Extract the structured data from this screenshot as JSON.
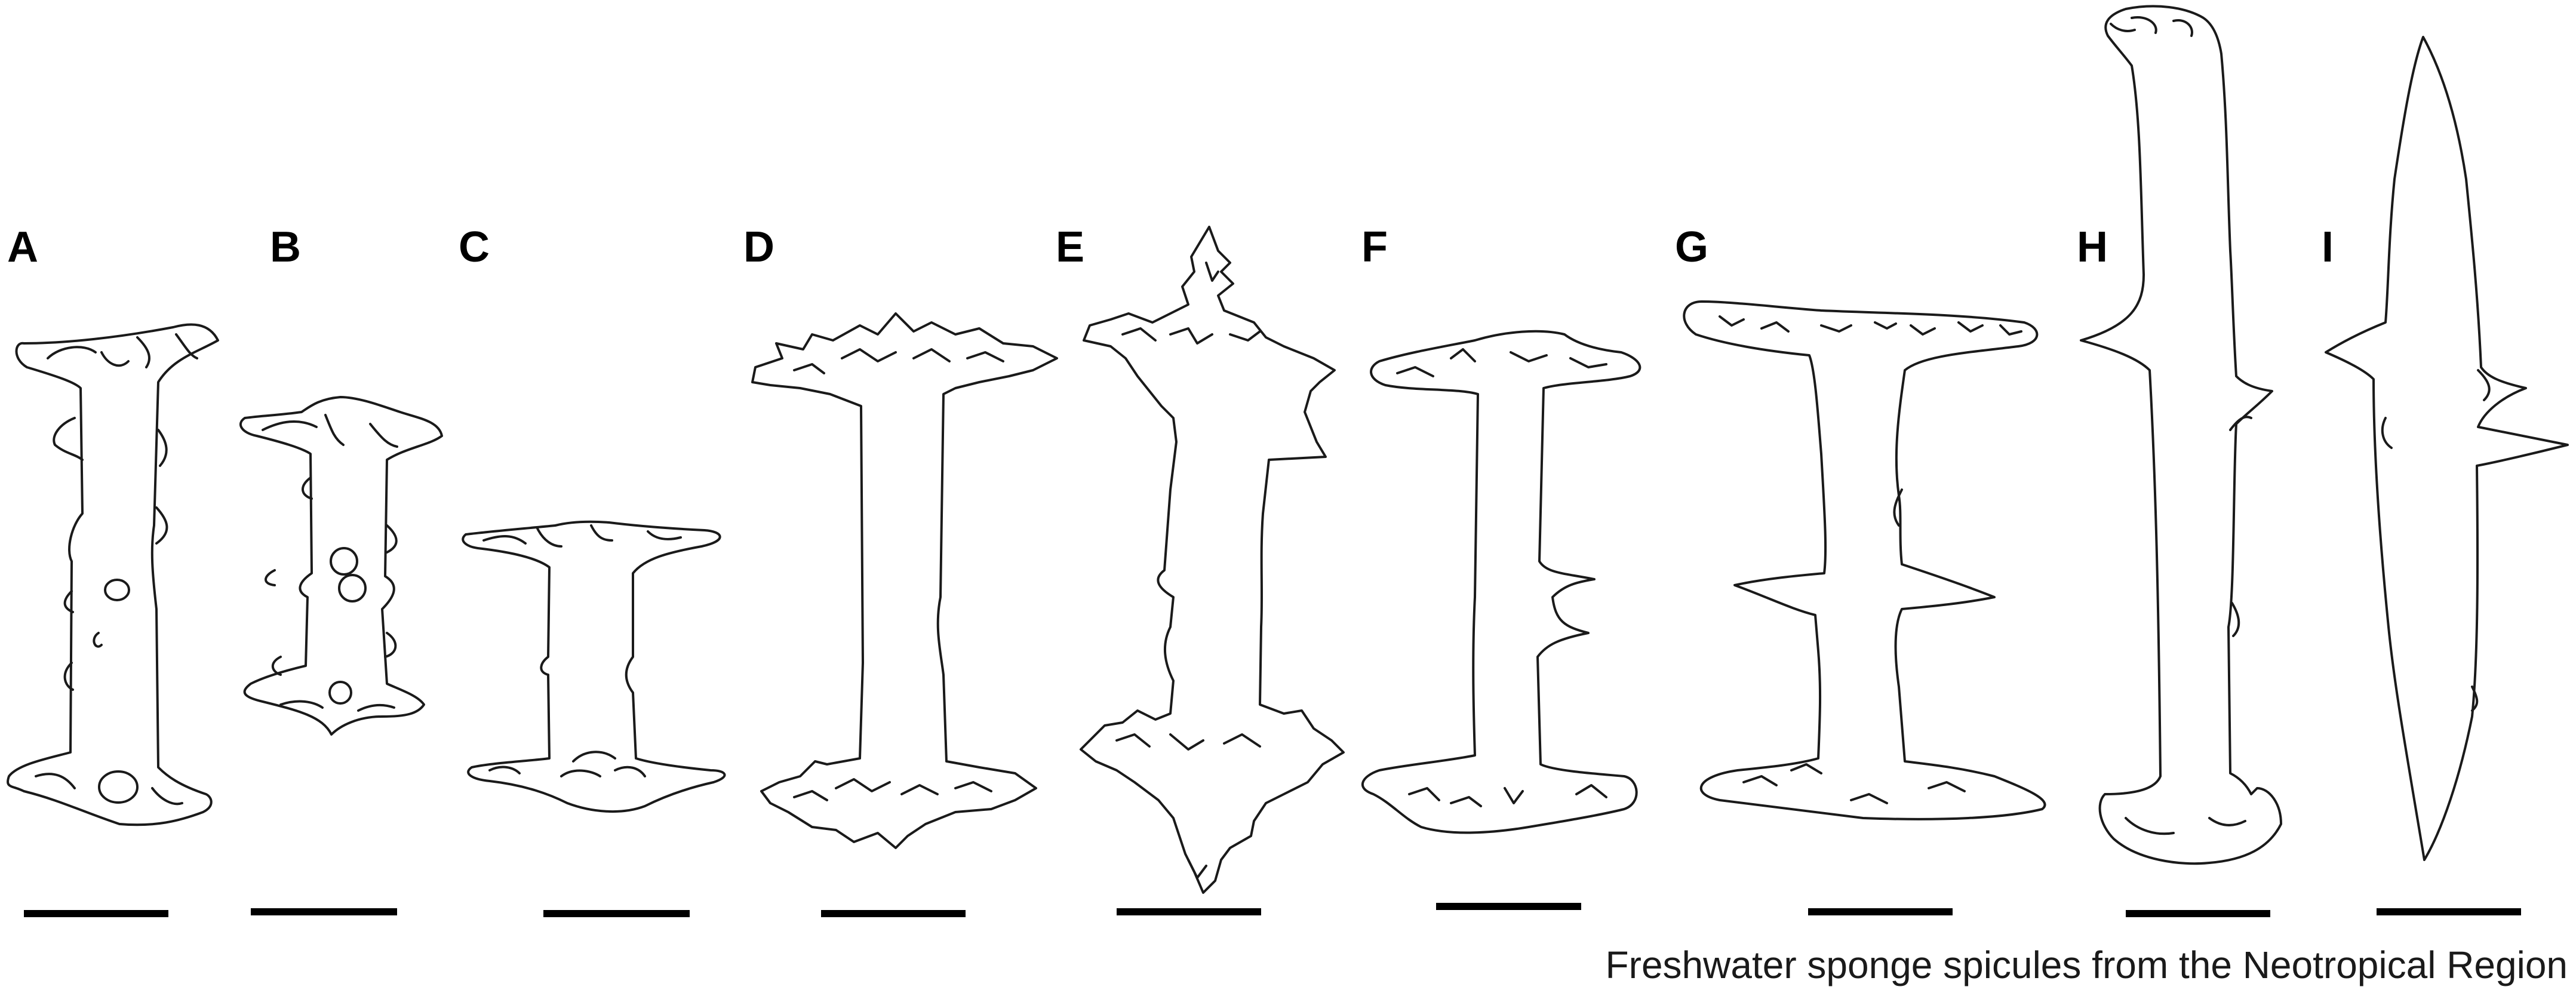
{
  "figure": {
    "caption": "Freshwater sponge spicules from the Neotropical Region",
    "panels": [
      {
        "label": "A"
      },
      {
        "label": "B"
      },
      {
        "label": "C"
      },
      {
        "label": "D"
      },
      {
        "label": "E"
      },
      {
        "label": "F"
      },
      {
        "label": "G"
      },
      {
        "label": "H"
      },
      {
        "label": "I"
      }
    ],
    "colors": {
      "line": "#1a1a1a",
      "background": "#ffffff"
    }
  }
}
